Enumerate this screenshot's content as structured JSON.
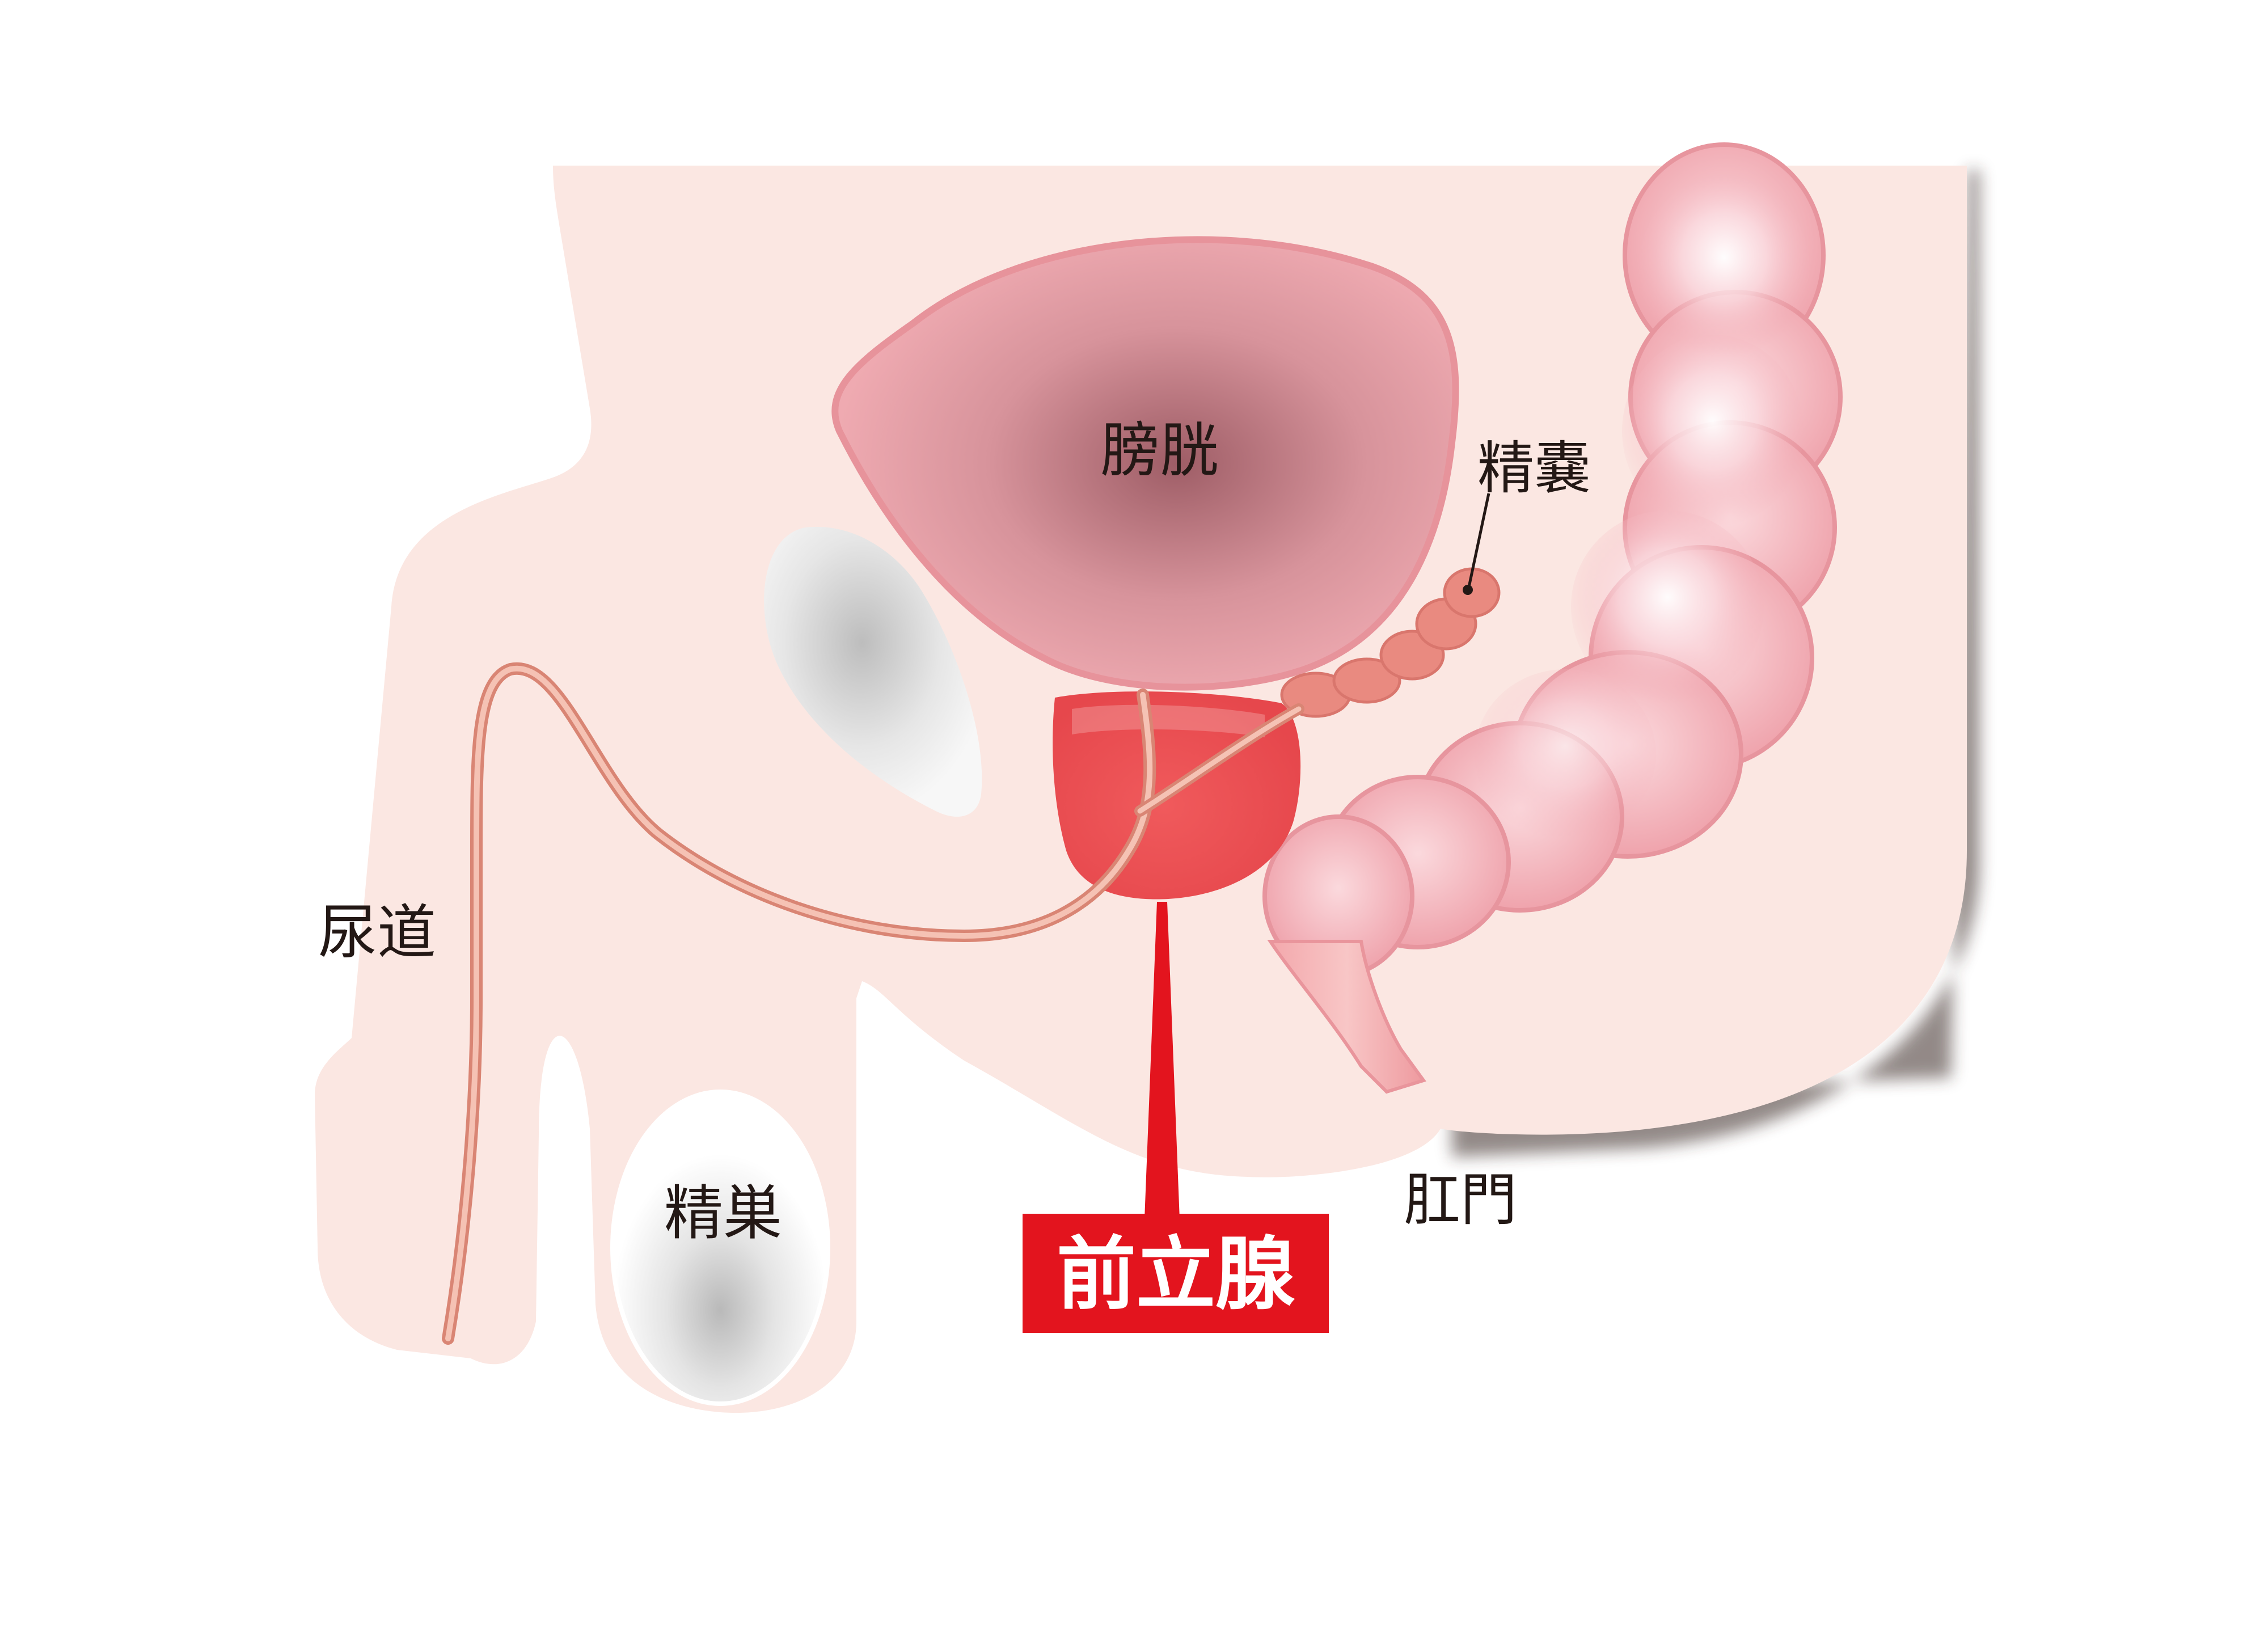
{
  "labels": {
    "bladder": "膀胱",
    "seminal_vesicle": "精嚢",
    "urethra": "尿道",
    "testis": "精巣",
    "anus": "肛門",
    "prostate": "前立腺"
  },
  "colors": {
    "skin": "#fbe7e2",
    "skin_shadow": "#3a2a28",
    "bladder": "#e79aa3",
    "bladder_center": "#a7636b",
    "prostate": "#e8434a",
    "prostate_highlight": "#f6adad",
    "rectum": "#f4b4bd",
    "urethra_tube": "#e9a293",
    "label_box": "#e3141e",
    "text": "#231815"
  },
  "icons": {
    "pubic_bone": "bone-shape",
    "rectum": "colon-segments"
  }
}
